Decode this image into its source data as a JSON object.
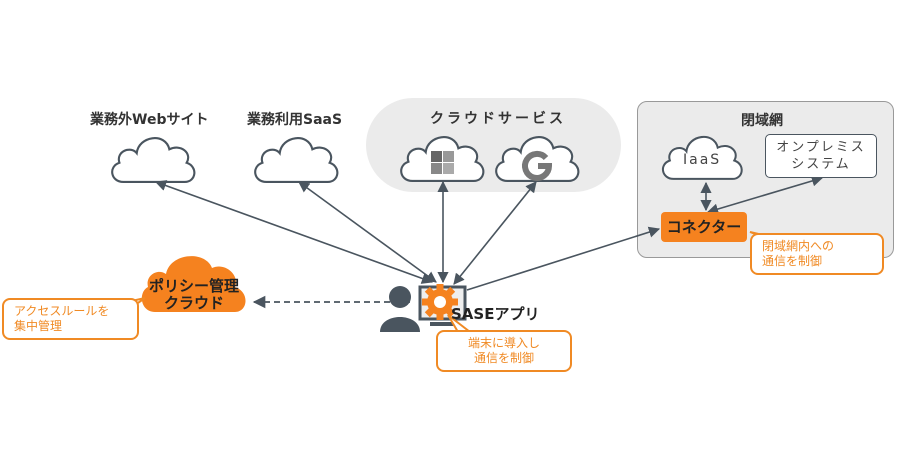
{
  "colors": {
    "accent": "#f08a24",
    "line": "#4a555f",
    "panel": "#ebebeb",
    "text": "#333333"
  },
  "nodes": {
    "external_web": {
      "label": "業務外Webサイト",
      "icon": "cloud-icon"
    },
    "business_saas": {
      "label": "業務利用SaaS",
      "icon": "cloud-icon"
    },
    "cloud_services": {
      "label": "クラウドサービス",
      "items": [
        {
          "icon": "windows-logo-icon"
        },
        {
          "icon": "google-logo-icon"
        }
      ]
    },
    "closed_network": {
      "label": "閉域網",
      "iaas": "IaaS",
      "onprem_line1": "オンプレミス",
      "onprem_line2": "システム",
      "connector": "コネクター"
    },
    "policy_cloud": {
      "line1": "ポリシー管理",
      "line2": "クラウド"
    },
    "sase_app": {
      "label": "SASEアプリ",
      "icon": "gear-icon"
    }
  },
  "callouts": {
    "policy": {
      "line1": "アクセスルールを",
      "line2": "集中管理"
    },
    "sase": {
      "line1": "端末に導入し",
      "line2": "通信を制御"
    },
    "connector": {
      "line1": "閉域網内への",
      "line2": "通信を制御"
    }
  }
}
